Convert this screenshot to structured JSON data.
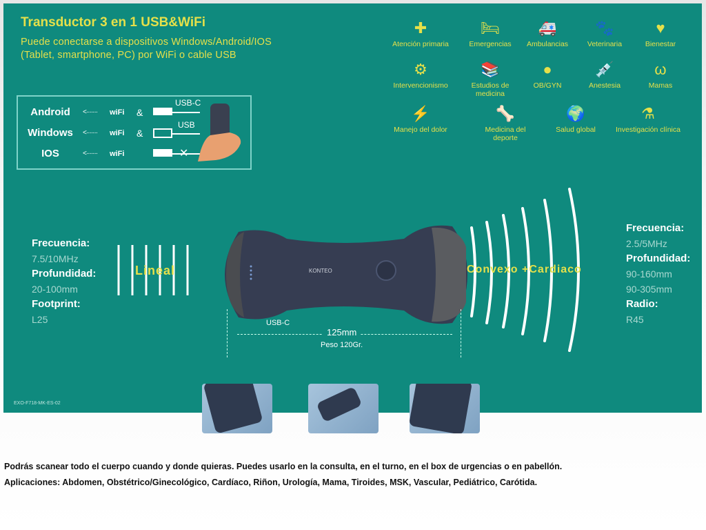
{
  "header": {
    "title": "Transductor 3 en 1 USB&WiFi",
    "subtitle_line1": "Puede conectarse a dispositivos Windows/Android/IOS",
    "subtitle_line2": "(Tablet, smartphone, PC) por WiFi o cable USB"
  },
  "connectivity": {
    "rows": [
      {
        "os": "Android",
        "wifi": "wiFi",
        "amp": "&",
        "cable": "USB-C"
      },
      {
        "os": "Windows",
        "wifi": "wiFi",
        "amp": "&",
        "cable": "USB"
      },
      {
        "os": "IOS",
        "wifi": "wiFi",
        "amp": "",
        "cable": ""
      }
    ],
    "arrow": "<·······"
  },
  "applications": [
    {
      "label": "Atención primaria",
      "icon": "medical-kit-icon"
    },
    {
      "label": "Emergencias",
      "icon": "hospital-bed-icon"
    },
    {
      "label": "Ambulancias",
      "icon": "ambulance-icon"
    },
    {
      "label": "Veterinaria",
      "icon": "paw-icon"
    },
    {
      "label": "Bienestar",
      "icon": "heart-pulse-icon"
    },
    {
      "label": "Intervencionismo",
      "icon": "intervention-icon"
    },
    {
      "label": "Estudios de medicina",
      "icon": "books-icon"
    },
    {
      "label": "OB/GYN",
      "icon": "fetus-icon"
    },
    {
      "label": "Anestesia",
      "icon": "syringe-icon"
    },
    {
      "label": "Mamas",
      "icon": "breast-icon"
    },
    {
      "label": "Manejo del dolor",
      "icon": "lightning-icon"
    },
    {
      "label": "Medicina del deporte",
      "icon": "joint-icon"
    },
    {
      "label": "Salud global",
      "icon": "globe-icon"
    },
    {
      "label": "Investigación clínica",
      "icon": "flask-icon"
    }
  ],
  "linear": {
    "label": "Lineal",
    "specs": [
      {
        "k": "Frecuencia:",
        "v": "7.5/10MHz"
      },
      {
        "k": "Profundidad:",
        "v": "20-100mm"
      },
      {
        "k": "Footprint:",
        "v": "L25"
      }
    ]
  },
  "convex": {
    "label": "Convexo +Cardiaco",
    "frecuencia_k": "Frecuencia:",
    "frecuencia_v": "2.5/5MHz",
    "profundidad_k": "Profundidad:",
    "profundidad_v1": "90-160mm",
    "profundidad_v2": "90-305mm",
    "radio_k": "Radio:",
    "radio_v": "R45"
  },
  "device": {
    "brand": "KONTEO",
    "port": "USB-C",
    "length": "125mm",
    "weight": "Peso 120Gr."
  },
  "code": "EXO-F718-MK-ES-02",
  "footer": {
    "line1": "Podrás scanear todo el cuerpo cuando y donde quieras. Puedes usarlo en la consulta, en el turno, en el box de urgencias o en pabellón.",
    "line2": "Aplicaciones: Abdomen, Obstétrico/Ginecológico, Cardíaco, Riñon, Urología, Mama, Tiroides, MSK, Vascular, Pediátrico, Carótida."
  },
  "colors": {
    "teal": "#0f8a7e",
    "yellow": "#e5e04a"
  }
}
